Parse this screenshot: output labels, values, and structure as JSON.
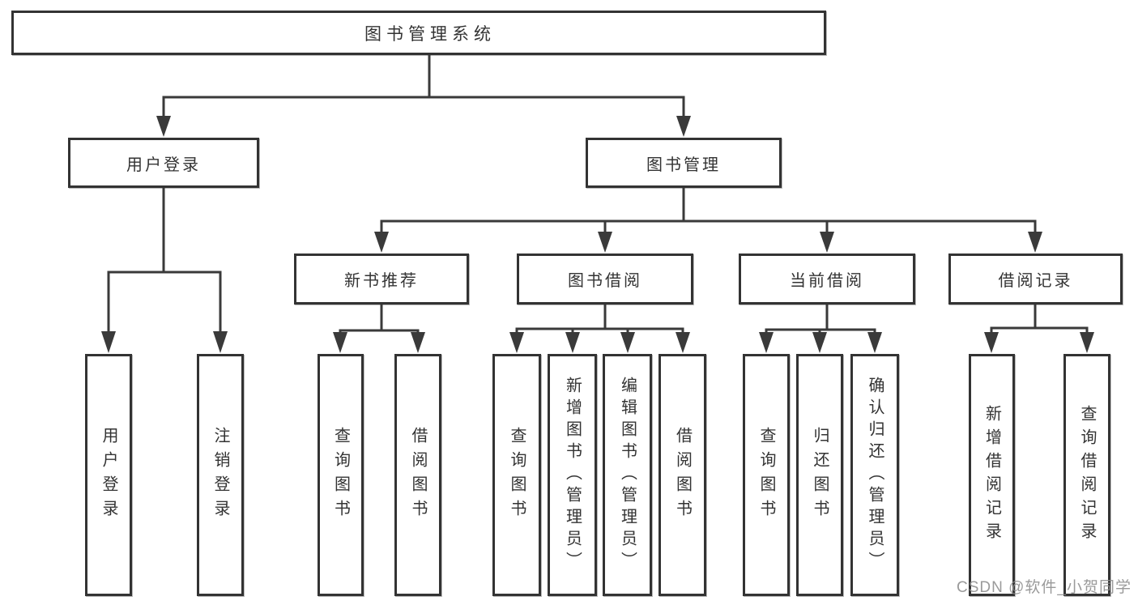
{
  "tree": {
    "label": "图书管理系统",
    "children": [
      {
        "label": "用户登录",
        "children": [
          {
            "label": "用户登录"
          },
          {
            "label": "注销登录"
          }
        ]
      },
      {
        "label": "图书管理",
        "children": [
          {
            "label": "新书推荐",
            "children": [
              {
                "label": "查询图书"
              },
              {
                "label": "借阅图书"
              }
            ]
          },
          {
            "label": "图书借阅",
            "children": [
              {
                "label": "查询图书"
              },
              {
                "label": "新增图书（管理员）"
              },
              {
                "label": "编辑图书（管理员）"
              },
              {
                "label": "借阅图书"
              }
            ]
          },
          {
            "label": "当前借阅",
            "children": [
              {
                "label": "查询图书"
              },
              {
                "label": "归还图书"
              },
              {
                "label": "确认归还（管理员）"
              }
            ]
          },
          {
            "label": "借阅记录",
            "children": [
              {
                "label": "新增借阅记录"
              },
              {
                "label": "查询借阅记录"
              }
            ]
          }
        ]
      }
    ]
  },
  "watermark": "CSDN @软件_小贺同学",
  "colors": {
    "line": "#3a3a3a",
    "border": "#333333",
    "text": "#333333",
    "watermark": "#8c8c8c",
    "background": "#ffffff"
  }
}
